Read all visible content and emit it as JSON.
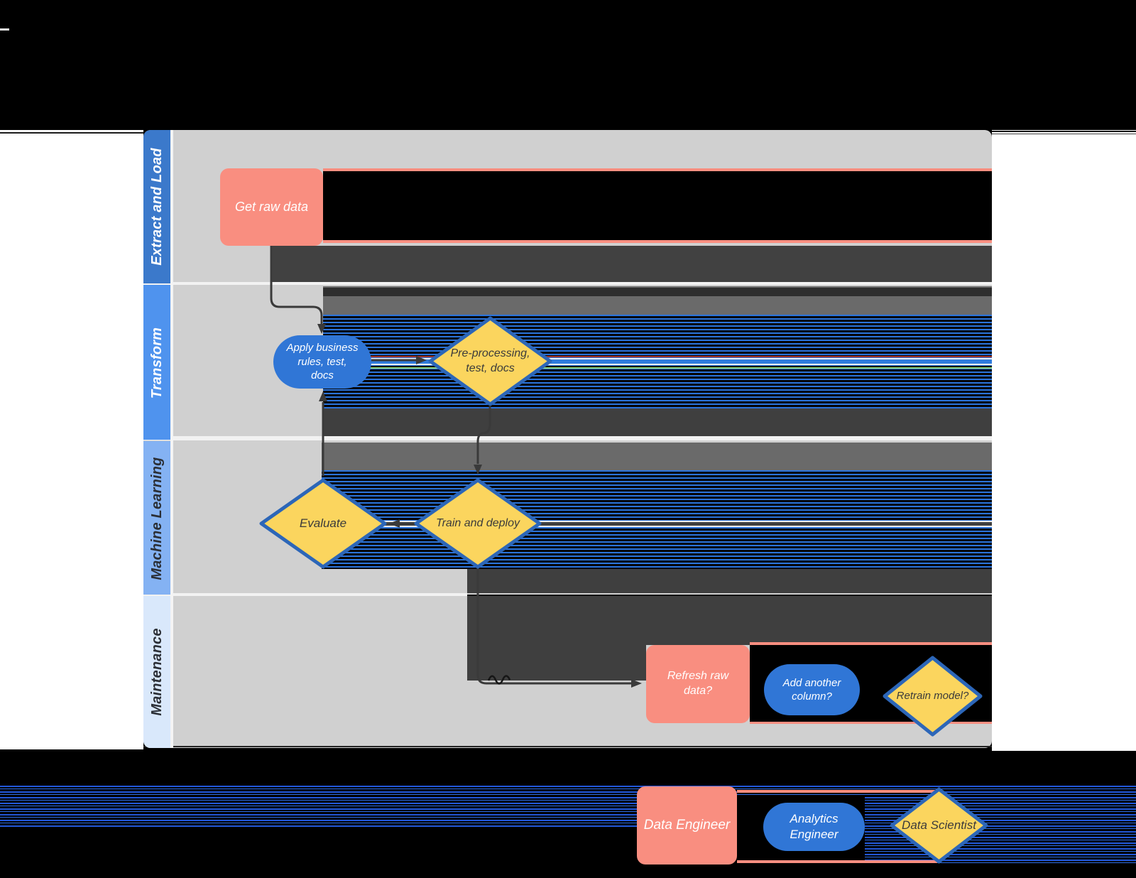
{
  "diagram": {
    "lanes": [
      {
        "label": "Extract and Load"
      },
      {
        "label": "Transform"
      },
      {
        "label": "Machine Learning"
      },
      {
        "label": "Maintenance"
      }
    ],
    "nodes": {
      "get_raw_data": {
        "label": "Get raw data",
        "shape": "rectangle",
        "role": "Data Engineer"
      },
      "apply_rules": {
        "label": "Apply business\nrules, test,\ndocs",
        "shape": "pill",
        "role": "Analytics Engineer"
      },
      "preprocessing": {
        "label": "Pre-processing,\ntest, docs",
        "shape": "diamond",
        "role": "Data Scientist"
      },
      "evaluate": {
        "label": "Evaluate",
        "shape": "diamond",
        "role": "Data Scientist"
      },
      "train_deploy": {
        "label": "Train and deploy",
        "shape": "diamond",
        "role": "Data Scientist"
      },
      "refresh_raw": {
        "label": "Refresh raw\ndata?",
        "shape": "rectangle",
        "role": "Data Engineer"
      },
      "add_column": {
        "label": "Add another\ncolumn?",
        "shape": "pill",
        "role": "Analytics Engineer"
      },
      "retrain": {
        "label": "Retrain model?",
        "shape": "diamond",
        "role": "Data Scientist"
      }
    },
    "legend": [
      {
        "label": "Data Engineer",
        "shape": "rectangle",
        "color": "#f98e80"
      },
      {
        "label": "Analytics\nEngineer",
        "shape": "pill",
        "color": "#3076d6"
      },
      {
        "label": "Data Scientist",
        "shape": "diamond",
        "color": "#fbd55e"
      }
    ],
    "colors": {
      "canvas": "#000000",
      "page": "#ffffff",
      "lane_body": "#d0d0d0",
      "lane_header_extract": "#3b79cb",
      "lane_header_transform": "#4f93ee",
      "lane_header_ml": "#84b2f3",
      "lane_header_maintenance": "#d9e8fb",
      "process_fill": "#f98e80",
      "pill_fill": "#3076d6",
      "decision_fill": "#fbd55e",
      "decision_border": "#2c66b8",
      "connector": "#3a3a3a",
      "glitch_blue": "#2b74dc",
      "glitch_charcoal": "#3f3f3f"
    }
  }
}
